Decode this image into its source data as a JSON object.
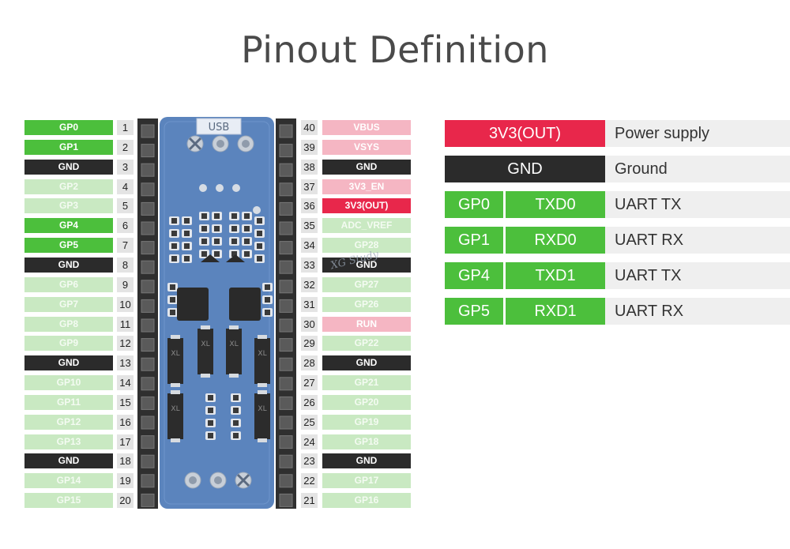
{
  "title": "Pinout Definition",
  "colors": {
    "gpio_strong": "#4cbf3c",
    "gpio_light": "#c9e9c2",
    "gnd": "#2b2b2b",
    "power_light": "#f5b6c3",
    "power_strong": "#e8274b",
    "board": "#5b84bd",
    "header": "#2f2f2f"
  },
  "board": {
    "usb_label": "USB",
    "chip_marks": [
      "XL",
      "XL",
      "XL",
      "XL",
      "XL"
    ]
  },
  "watermark": "XG Study",
  "left_pins": [
    {
      "num": "1",
      "label": "GP0",
      "style": "gpio_strong"
    },
    {
      "num": "2",
      "label": "GP1",
      "style": "gpio_strong"
    },
    {
      "num": "3",
      "label": "GND",
      "style": "gnd"
    },
    {
      "num": "4",
      "label": "GP2",
      "style": "gpio_light"
    },
    {
      "num": "5",
      "label": "GP3",
      "style": "gpio_light"
    },
    {
      "num": "6",
      "label": "GP4",
      "style": "gpio_strong"
    },
    {
      "num": "7",
      "label": "GP5",
      "style": "gpio_strong"
    },
    {
      "num": "8",
      "label": "GND",
      "style": "gnd"
    },
    {
      "num": "9",
      "label": "GP6",
      "style": "gpio_light"
    },
    {
      "num": "10",
      "label": "GP7",
      "style": "gpio_light"
    },
    {
      "num": "11",
      "label": "GP8",
      "style": "gpio_light"
    },
    {
      "num": "12",
      "label": "GP9",
      "style": "gpio_light"
    },
    {
      "num": "13",
      "label": "GND",
      "style": "gnd"
    },
    {
      "num": "14",
      "label": "GP10",
      "style": "gpio_light"
    },
    {
      "num": "15",
      "label": "GP11",
      "style": "gpio_light"
    },
    {
      "num": "16",
      "label": "GP12",
      "style": "gpio_light"
    },
    {
      "num": "17",
      "label": "GP13",
      "style": "gpio_light"
    },
    {
      "num": "18",
      "label": "GND",
      "style": "gnd"
    },
    {
      "num": "19",
      "label": "GP14",
      "style": "gpio_light"
    },
    {
      "num": "20",
      "label": "GP15",
      "style": "gpio_light"
    }
  ],
  "right_pins": [
    {
      "num": "40",
      "label": "VBUS",
      "style": "power_light"
    },
    {
      "num": "39",
      "label": "VSYS",
      "style": "power_light"
    },
    {
      "num": "38",
      "label": "GND",
      "style": "gnd"
    },
    {
      "num": "37",
      "label": "3V3_EN",
      "style": "power_light"
    },
    {
      "num": "36",
      "label": "3V3(OUT)",
      "style": "power_strong"
    },
    {
      "num": "35",
      "label": "ADC_VREF",
      "style": "gpio_light"
    },
    {
      "num": "34",
      "label": "GP28",
      "style": "gpio_light"
    },
    {
      "num": "33",
      "label": "GND",
      "style": "gnd"
    },
    {
      "num": "32",
      "label": "GP27",
      "style": "gpio_light"
    },
    {
      "num": "31",
      "label": "GP26",
      "style": "gpio_light"
    },
    {
      "num": "30",
      "label": "RUN",
      "style": "power_light"
    },
    {
      "num": "29",
      "label": "GP22",
      "style": "gpio_light"
    },
    {
      "num": "28",
      "label": "GND",
      "style": "gnd"
    },
    {
      "num": "27",
      "label": "GP21",
      "style": "gpio_light"
    },
    {
      "num": "26",
      "label": "GP20",
      "style": "gpio_light"
    },
    {
      "num": "25",
      "label": "GP19",
      "style": "gpio_light"
    },
    {
      "num": "24",
      "label": "GP18",
      "style": "gpio_light"
    },
    {
      "num": "23",
      "label": "GND",
      "style": "gnd"
    },
    {
      "num": "22",
      "label": "GP17",
      "style": "gpio_light"
    },
    {
      "num": "21",
      "label": "GP16",
      "style": "gpio_light"
    }
  ],
  "legend": [
    {
      "cells": [
        {
          "text": "3V3(OUT)",
          "style": "power_strong"
        }
      ],
      "desc": "Power supply"
    },
    {
      "cells": [
        {
          "text": "GND",
          "style": "gnd"
        }
      ],
      "desc": "Ground"
    },
    {
      "cells": [
        {
          "text": "GP0",
          "style": "gpio_strong"
        },
        {
          "text": "TXD0",
          "style": "gpio_strong"
        }
      ],
      "desc": "UART TX"
    },
    {
      "cells": [
        {
          "text": "GP1",
          "style": "gpio_strong"
        },
        {
          "text": "RXD0",
          "style": "gpio_strong"
        }
      ],
      "desc": "UART RX"
    },
    {
      "cells": [
        {
          "text": "GP4",
          "style": "gpio_strong"
        },
        {
          "text": "TXD1",
          "style": "gpio_strong"
        }
      ],
      "desc": "UART TX"
    },
    {
      "cells": [
        {
          "text": "GP5",
          "style": "gpio_strong"
        },
        {
          "text": "RXD1",
          "style": "gpio_strong"
        }
      ],
      "desc": "UART RX"
    }
  ]
}
